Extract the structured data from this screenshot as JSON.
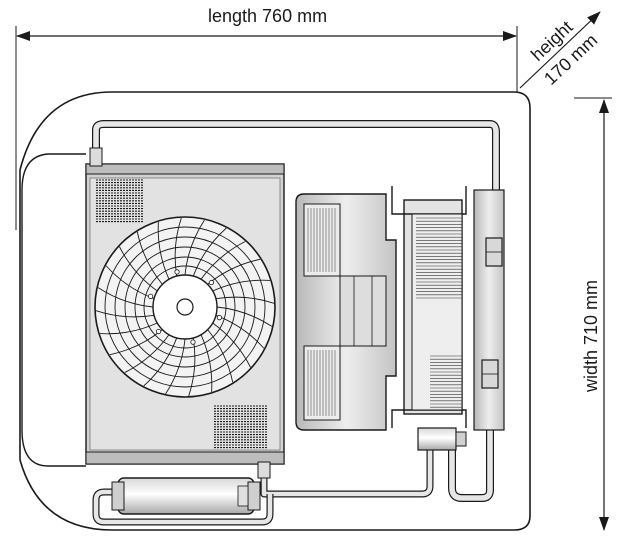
{
  "dimensions": {
    "length_label": "length 760 mm",
    "height_label_line1": "height",
    "height_label_line2": "170 mm",
    "width_label": "width 710 mm"
  },
  "colors": {
    "outline": "#1a1a1a",
    "metal_light": "#e8e8e8",
    "metal_mid": "#c8c8c8",
    "metal_dark": "#9a9a9a",
    "background": "#ffffff"
  },
  "icons": {
    "fan": "axial-fan-icon",
    "arrow": "dimension-arrow-icon"
  }
}
